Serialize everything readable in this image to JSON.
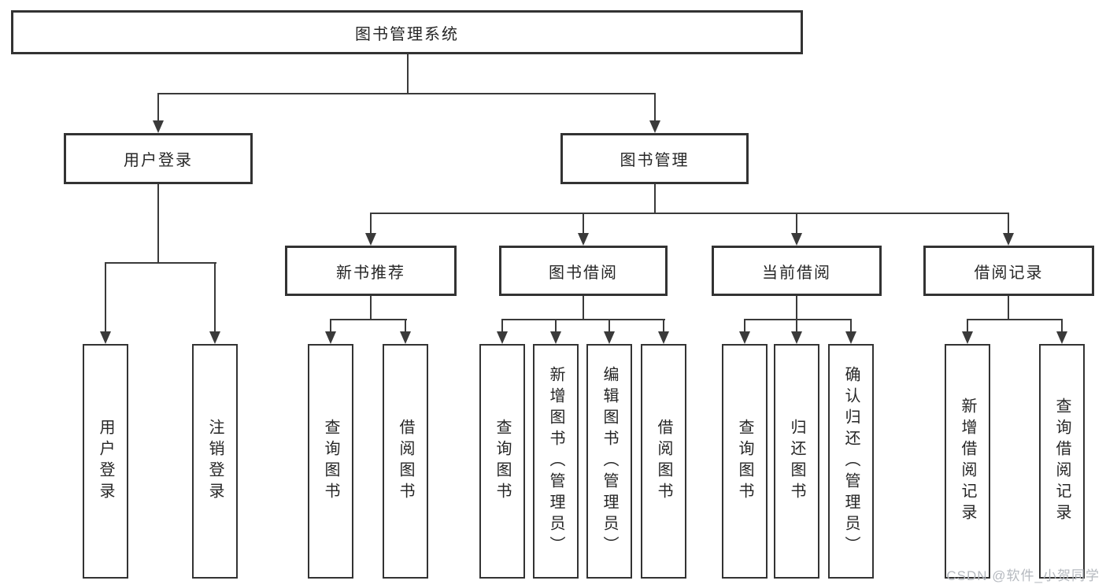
{
  "colors": {
    "bg": "#ffffff",
    "line": "#3a3a3a",
    "border": "#333333",
    "text": "#262626",
    "watermark": "#b5b9bf"
  },
  "watermark": {
    "text": "CSDN @软件_小贺同学"
  },
  "tree": {
    "root": "图书管理系统",
    "branches": [
      {
        "label": "用户登录",
        "children": [
          "用户登录",
          "注销登录"
        ]
      },
      {
        "label": "图书管理",
        "groups": [
          {
            "label": "新书推荐",
            "children": [
              "查询图书",
              "借阅图书"
            ]
          },
          {
            "label": "图书借阅",
            "children": [
              "查询图书",
              "新增图书（管理员）",
              "编辑图书（管理员）",
              "借阅图书"
            ]
          },
          {
            "label": "当前借阅",
            "children": [
              "查询图书",
              "归还图书",
              "确认归还（管理员）"
            ]
          },
          {
            "label": "借阅记录",
            "children": [
              "新增借阅记录",
              "查询借阅记录"
            ]
          }
        ]
      }
    ]
  }
}
